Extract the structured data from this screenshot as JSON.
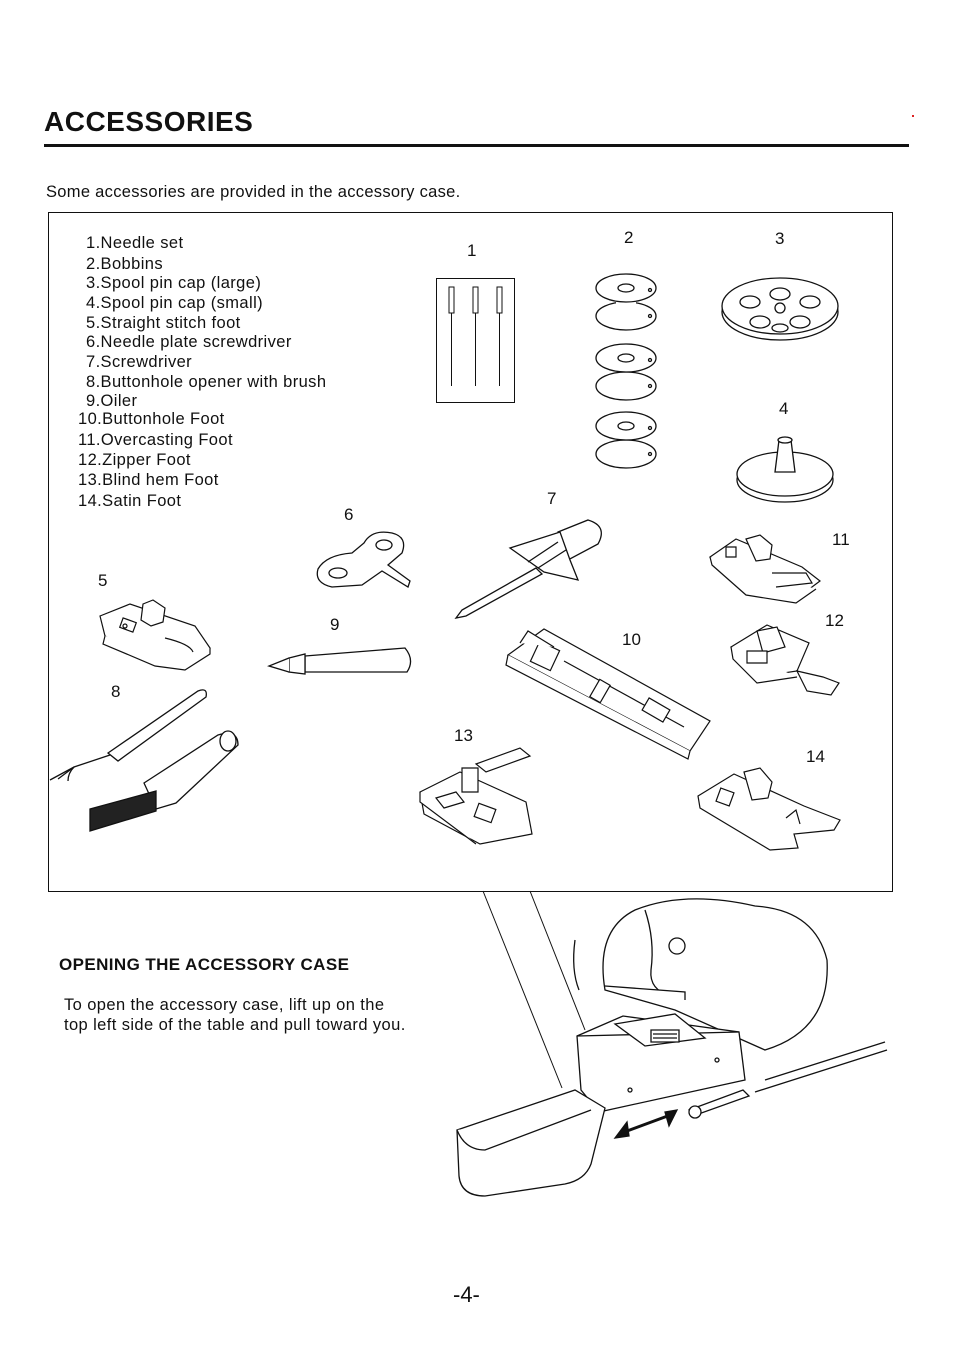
{
  "page": {
    "title": "ACCESSORIES",
    "intro": "Some accessories are provided in the accessory case.",
    "page_number": "-4-"
  },
  "accessory_list": [
    "1.Needle set",
    "2.Bobbins",
    "3.Spool pin cap (large)",
    "4.Spool pin cap (small)",
    "5.Straight stitch foot",
    "6.Needle plate screwdriver",
    "7.Screwdriver",
    "8.Buttonhole opener with brush",
    "9.Oiler",
    "10.Buttonhole Foot",
    "11.Overcasting Foot",
    "12.Zipper Foot",
    "13.Blind hem Foot",
    "14.Satin Foot"
  ],
  "callouts": {
    "n1": "1",
    "n2": "2",
    "n3": "3",
    "n4": "4",
    "n5": "5",
    "n6": "6",
    "n7": "7",
    "n8": "8",
    "n9": "9",
    "n10": "10",
    "n11": "11",
    "n12": "12",
    "n13": "13",
    "n14": "14"
  },
  "opening_section": {
    "heading": "OPENING THE ACCESSORY CASE",
    "body_line_1": "To open the accessory case, lift up on the",
    "body_line_2": "top left side of the table and pull toward you."
  }
}
